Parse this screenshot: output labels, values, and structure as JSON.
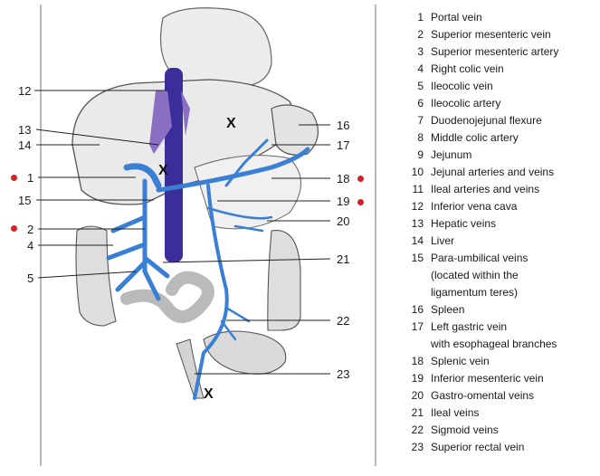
{
  "colors": {
    "vein": "#3a7fd6",
    "vein_dark": "#2f6bbf",
    "portal": "#8a6fc2",
    "vena_cava": "#3a2f9a",
    "organ_fill": "#e9e9e9",
    "organ_stroke": "#555555",
    "marker_dot": "#d61f26"
  },
  "callouts": [
    {
      "id": "12",
      "label": "12"
    },
    {
      "id": "13",
      "label": "13"
    },
    {
      "id": "14",
      "label": "14"
    },
    {
      "id": "1",
      "label": "1"
    },
    {
      "id": "15",
      "label": "15"
    },
    {
      "id": "2",
      "label": "2"
    },
    {
      "id": "4",
      "label": "4"
    },
    {
      "id": "5",
      "label": "5"
    },
    {
      "id": "16",
      "label": "16"
    },
    {
      "id": "17",
      "label": "17"
    },
    {
      "id": "18",
      "label": "18"
    },
    {
      "id": "19",
      "label": "19"
    },
    {
      "id": "20",
      "label": "20"
    },
    {
      "id": "21",
      "label": "21"
    },
    {
      "id": "22",
      "label": "22"
    },
    {
      "id": "23",
      "label": "23"
    }
  ],
  "x_marks": [
    "X",
    "X",
    "X"
  ],
  "legend": [
    {
      "num": "1",
      "text": "Portal vein"
    },
    {
      "num": "2",
      "text": "Superior mesenteric vein"
    },
    {
      "num": "3",
      "text": "Superior mesenteric artery"
    },
    {
      "num": "4",
      "text": "Right colic vein"
    },
    {
      "num": "5",
      "text": "Ileocolic vein"
    },
    {
      "num": "6",
      "text": "Ileocolic artery"
    },
    {
      "num": "7",
      "text": "Duodenojejunal flexure"
    },
    {
      "num": "8",
      "text": "Middle colic artery"
    },
    {
      "num": "9",
      "text": "Jejunum"
    },
    {
      "num": "10",
      "text": "Jejunal arteries and veins"
    },
    {
      "num": "11",
      "text": "Ileal arteries and veins"
    },
    {
      "num": "12",
      "text": "Inferior vena cava"
    },
    {
      "num": "13",
      "text": "Hepatic veins"
    },
    {
      "num": "14",
      "text": "Liver"
    },
    {
      "num": "15",
      "text": "Para-umbilical veins\n(located within the\nligamentum teres)"
    },
    {
      "num": "16",
      "text": "Spleen"
    },
    {
      "num": "17",
      "text": "Left gastric vein\nwith esophageal branches"
    },
    {
      "num": "18",
      "text": "Splenic vein"
    },
    {
      "num": "19",
      "text": "Inferior mesenteric vein"
    },
    {
      "num": "20",
      "text": "Gastro-omental veins"
    },
    {
      "num": "21",
      "text": "Ileal veins"
    },
    {
      "num": "22",
      "text": "Sigmoid veins"
    },
    {
      "num": "23",
      "text": "Superior rectal vein"
    }
  ]
}
